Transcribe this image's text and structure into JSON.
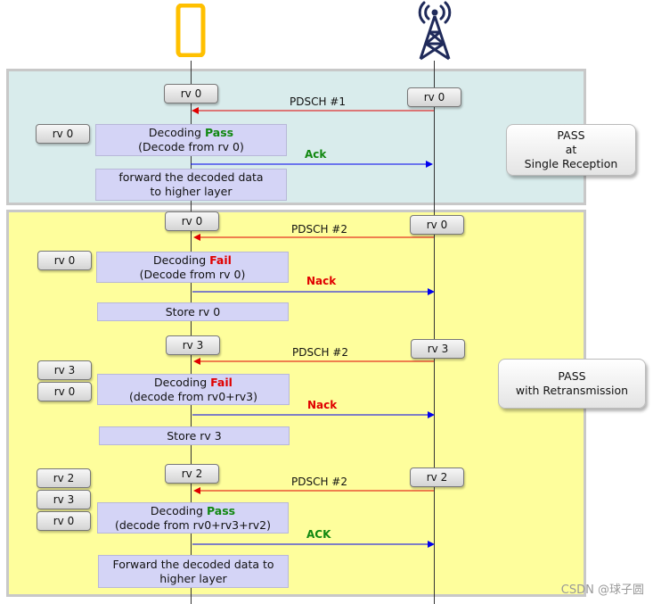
{
  "pills": [
    {
      "id": "r1-ue",
      "text": "rv 0"
    },
    {
      "id": "r1-gnb",
      "text": "rv 0"
    },
    {
      "id": "r1-buf",
      "text": "rv 0"
    },
    {
      "id": "r2-ue",
      "text": "rv 0"
    },
    {
      "id": "r2-gnb",
      "text": "rv 0"
    },
    {
      "id": "r2-buf",
      "text": "rv 0"
    },
    {
      "id": "r3-ue",
      "text": "rv 3"
    },
    {
      "id": "r3-gnb",
      "text": "rv 3"
    },
    {
      "id": "r3-buf-a",
      "text": "rv 3"
    },
    {
      "id": "r3-buf-b",
      "text": "rv 0"
    },
    {
      "id": "r4-ue",
      "text": "rv 2"
    },
    {
      "id": "r4-gnb",
      "text": "rv 2"
    },
    {
      "id": "r4-buf-a",
      "text": "rv 2"
    },
    {
      "id": "r4-buf-b",
      "text": "rv 3"
    },
    {
      "id": "r4-buf-c",
      "text": "rv 0"
    }
  ],
  "messages": {
    "pdsch1": "PDSCH #1",
    "ack1": "Ack",
    "pdsch2a": "PDSCH #2",
    "nack2": "Nack",
    "pdsch2b": "PDSCH #2",
    "nack3": "Nack",
    "pdsch2c": "PDSCH #2",
    "ack4": "ACK"
  },
  "boxes": {
    "dec1": {
      "prefix": "Decoding ",
      "status": "Pass",
      "detail": "(Decode from rv 0)"
    },
    "fwd1": {
      "line1": "forward the decoded data",
      "line2": "to higher layer"
    },
    "dec2": {
      "prefix": "Decoding ",
      "status": "Fail",
      "detail": "(Decode from rv 0)"
    },
    "store2": "Store rv 0",
    "dec3": {
      "prefix": "Decoding ",
      "status": "Fail",
      "detail": "(decode from rv0+rv3)"
    },
    "store3": "Store rv 3",
    "dec4": {
      "prefix": "Decoding ",
      "status": "Pass",
      "detail": "(decode from rv0+rv3+rv2)"
    },
    "fwd4": {
      "line1": "Forward the decoded data to",
      "line2": "higher layer"
    }
  },
  "results": {
    "single": {
      "line1": "PASS",
      "line2": "at",
      "line3": "Single Reception"
    },
    "retx": {
      "line1": "PASS",
      "line2": "with Retransmission"
    }
  },
  "watermark": "CSDN @球子圆",
  "colors": {
    "downlink_arrow": "#e00000",
    "uplink_arrow": "#0000ee",
    "phone": "#ffc000",
    "tower": "#1f2a5a",
    "panel1_bg": "#d9ecec",
    "panel2_bg": "#fefe9c",
    "box_bg": "#d4d4f6"
  },
  "icons": {
    "ue": "smartphone-icon",
    "gnb": "cell-tower-icon"
  }
}
